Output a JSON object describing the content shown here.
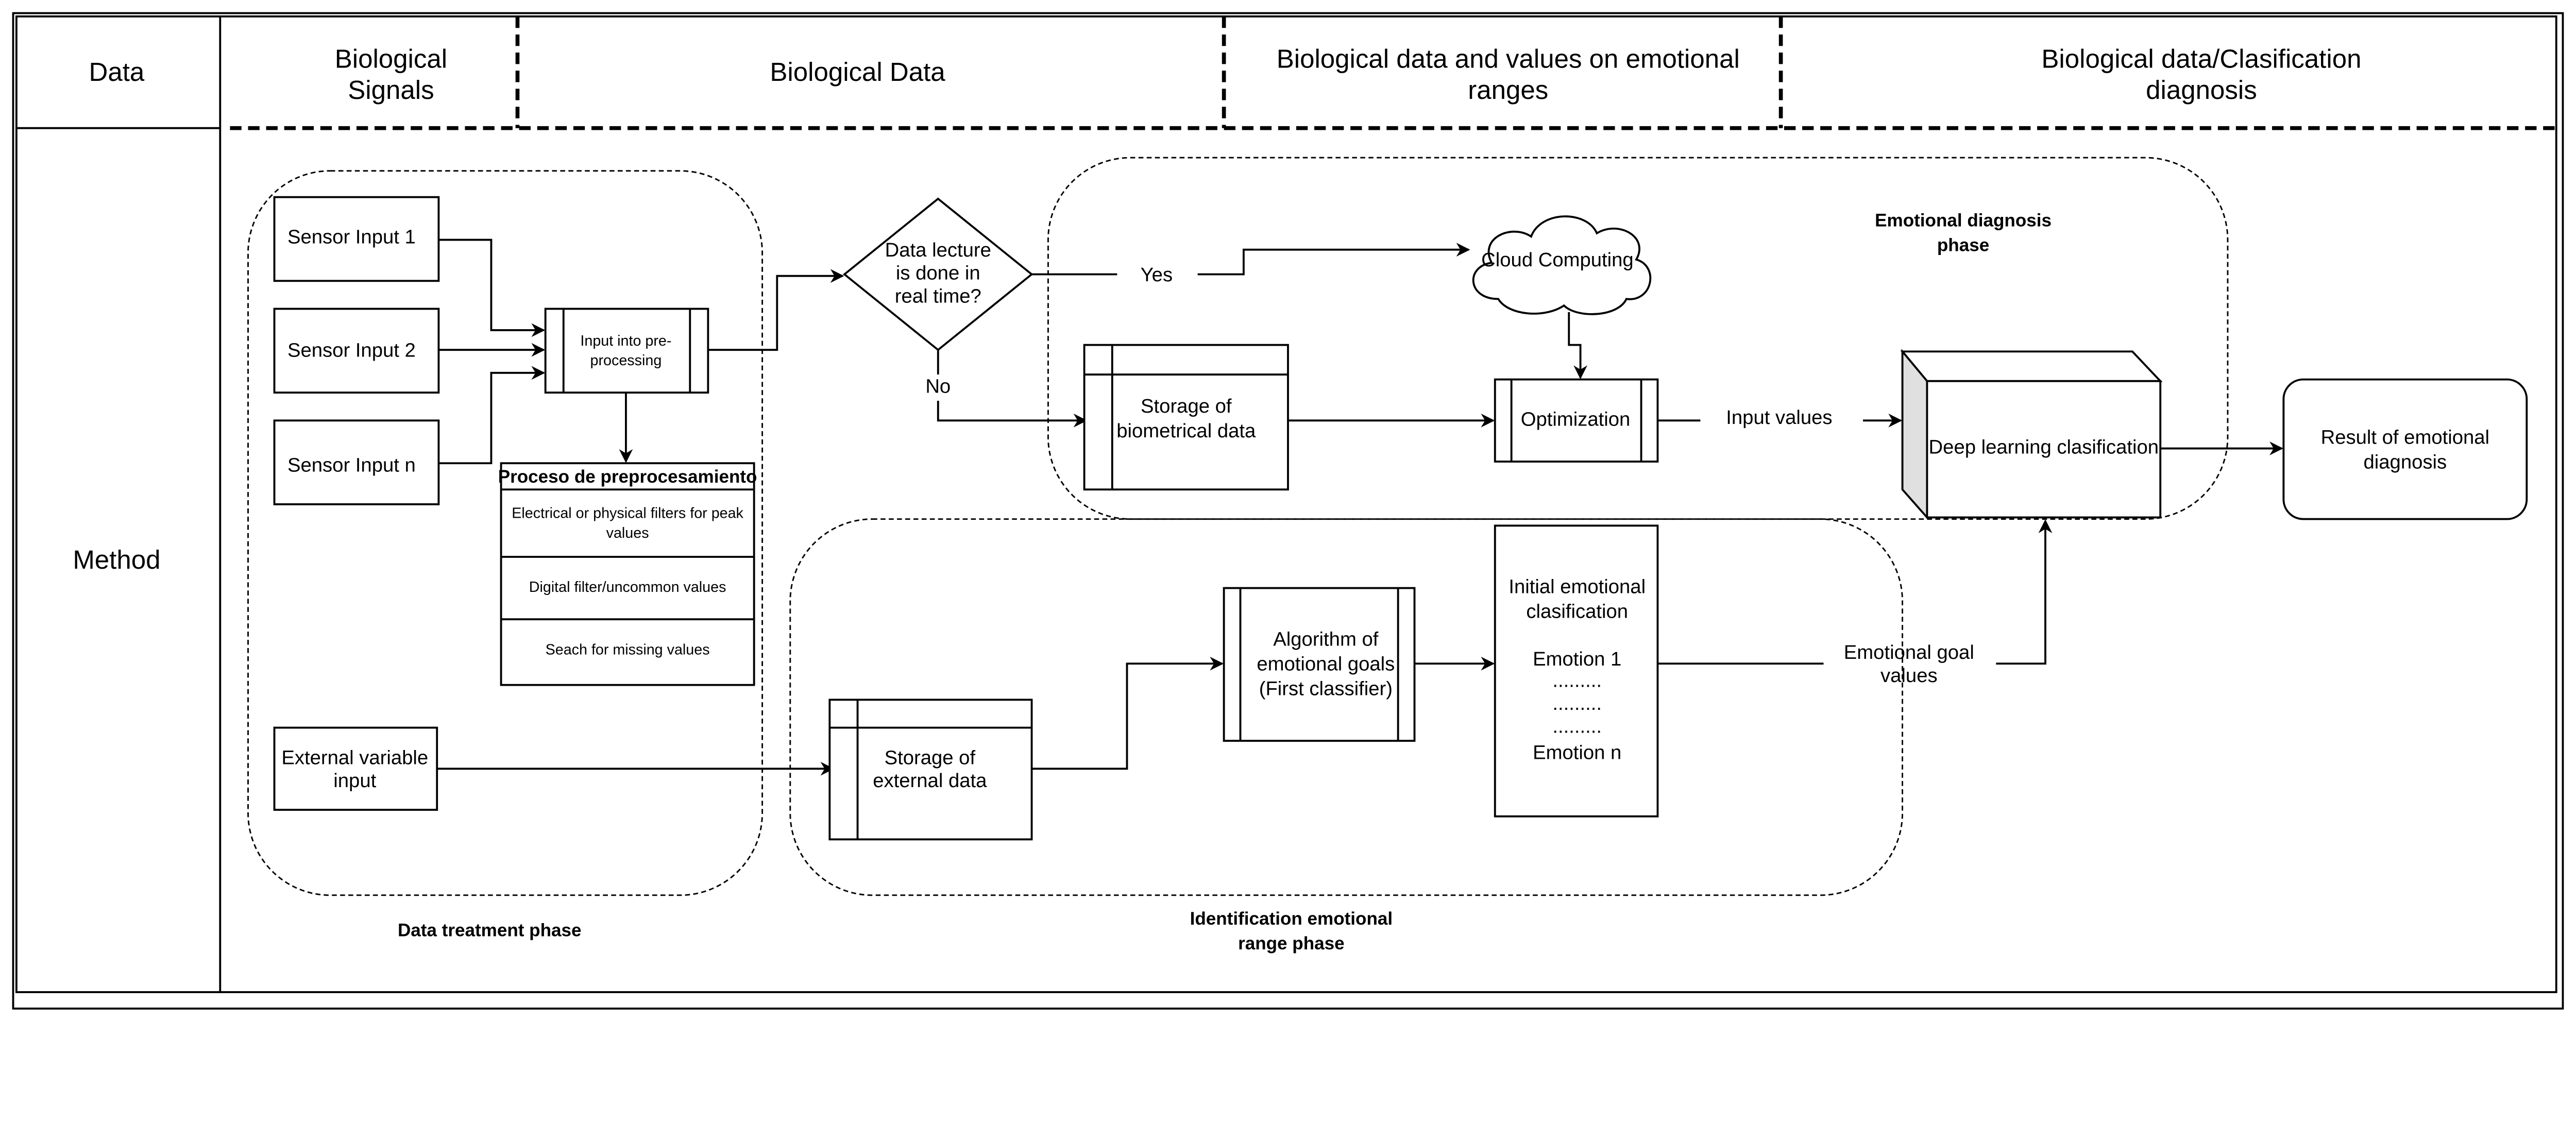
{
  "header": {
    "data_label": "Data",
    "method_label": "Method",
    "columns": [
      {
        "lines": [
          "Biological",
          "Signals"
        ]
      },
      {
        "lines": [
          "Biological Data"
        ]
      },
      {
        "lines": [
          "Biological data and values on emotional",
          "ranges"
        ]
      },
      {
        "lines": [
          "Biological data/Clasification",
          "diagnosis"
        ]
      }
    ]
  },
  "phases": {
    "data_treatment": "Data treatment phase",
    "emotional_diagnosis": [
      "Emotional diagnosis",
      "phase"
    ],
    "identification": [
      "Identification emotional",
      "range phase"
    ]
  },
  "nodes": {
    "sensor1": "Sensor Input 1",
    "sensor2": "Sensor Input 2",
    "sensorn": "Sensor Input n",
    "preprocessing_input": [
      "Input into pre-",
      "processing"
    ],
    "preprocess_table": {
      "title": "Proceso de preprocesamiento",
      "rows": [
        [
          "Electrical  or physical filters for peak",
          "values"
        ],
        [
          "Digital filter/uncommon values"
        ],
        [
          "Seach for missing values"
        ]
      ]
    },
    "external_input": [
      "External variable",
      "input"
    ],
    "decision": [
      "Data lecture",
      "is done in",
      "real time?"
    ],
    "yes": "Yes",
    "no": "No",
    "cloud": "Cloud Computing",
    "storage_bio": [
      "Storage of",
      "biometrical data"
    ],
    "optimization": "Optimization",
    "input_values": "Input values",
    "deep_learning": "Deep learning clasification",
    "result": [
      "Result of emotional",
      "diagnosis"
    ],
    "storage_ext": [
      "Storage of",
      "external data"
    ],
    "algorithm": [
      "Algorithm of",
      "emotional goals",
      "(First classifier)"
    ],
    "initial_class": [
      "Initial emotional",
      "clasification",
      "Emotion 1",
      ".........",
      ".........",
      ".........",
      "Emotion n"
    ],
    "goal_values": [
      "Emotional goal",
      "values"
    ]
  }
}
